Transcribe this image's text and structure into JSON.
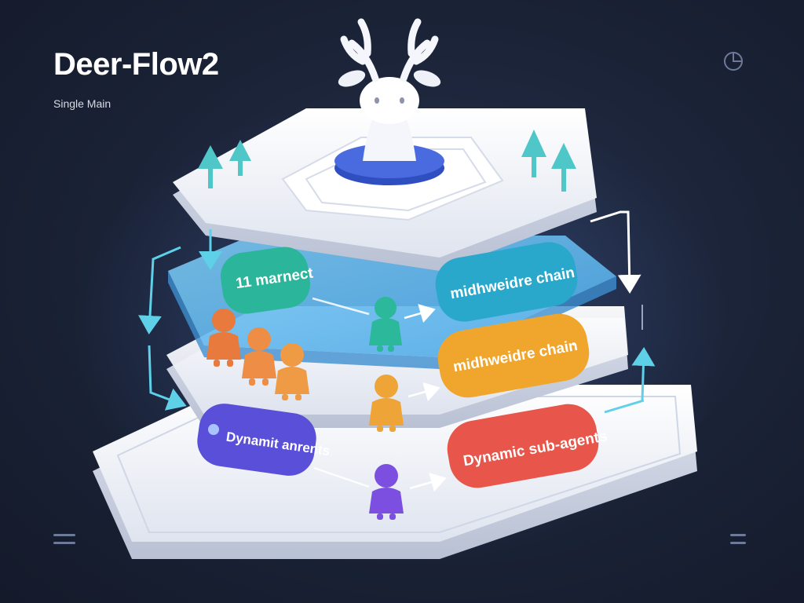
{
  "header": {
    "title": "Deer-Flow2",
    "subtitle": "Single Main"
  },
  "layers": {
    "top": {
      "left_label": "11   marnect",
      "right_label": "midhweidre chain",
      "left_color": "#2bb59a",
      "right_color": "#2aa8cc"
    },
    "middle": {
      "right_label": "midhweidre chain",
      "right_note": "..",
      "right_color": "#f0a52c"
    },
    "bottom": {
      "left_label": "Dynamit anrents",
      "right_label": "Dynamic sub-agents",
      "left_color": "#5a4fd8",
      "right_color": "#e8554a"
    }
  },
  "icons": {
    "mascot": "deer-head-icon",
    "agent": "person-figure-icon",
    "tree": "tree-icon",
    "corner": "refresh-circle-icon"
  },
  "colors": {
    "background": "#1a2236",
    "platform": "#eef1f8",
    "glass_layer": "#5bb8ee",
    "pedestal": "#3f63d6",
    "arrow": "#5ed0e8",
    "agent_teal": "#2cb89a",
    "agent_orange": "#e77a3c",
    "agent_amber": "#efa437",
    "agent_purple": "#7c4fe0"
  }
}
